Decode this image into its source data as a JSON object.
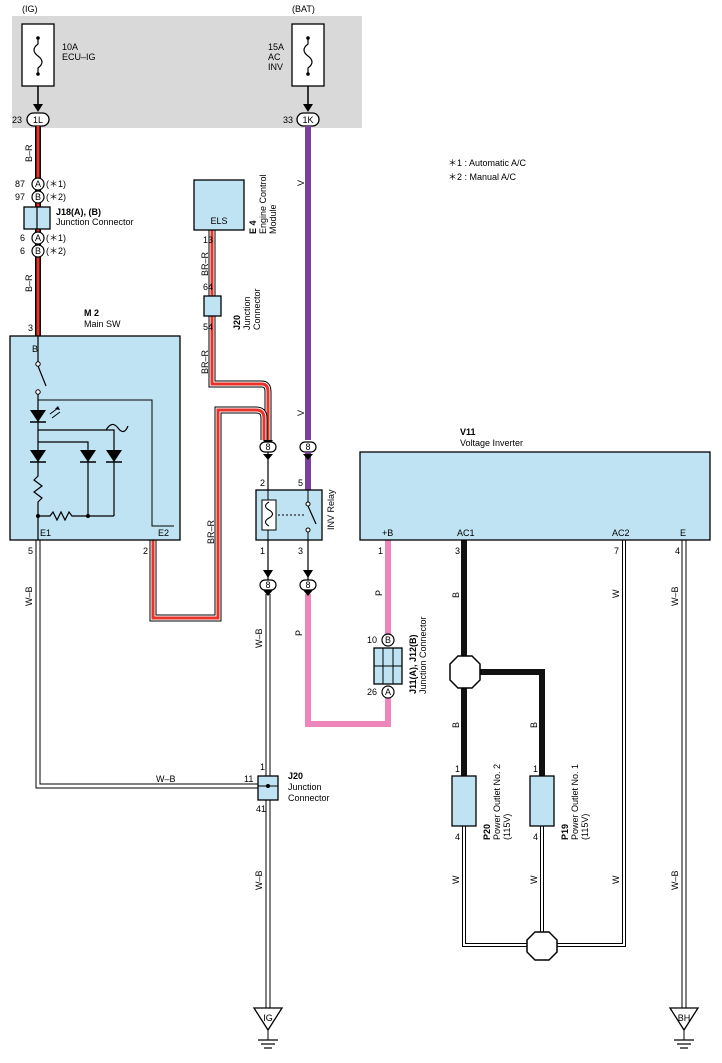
{
  "colors": {
    "box_fill": "#bfe3f3",
    "fuse_panel": "#d9d9d9",
    "red": "#e8322a",
    "black": "#111111",
    "violet": "#7b3fa0",
    "pink": "#ee86bb",
    "white_wire": "#ffffff"
  },
  "notes": {
    "n1": "＊1 : Automatic A/C",
    "n2": "＊2 : Manual A/C"
  },
  "fuses": {
    "ig": {
      "source": "(IG)",
      "rating": "10A",
      "name": "ECU–IG",
      "pin": "23",
      "conn": "1L"
    },
    "bat": {
      "source": "(BAT)",
      "rating": "15A",
      "name1": "AC",
      "name2": "INV",
      "pin": "33",
      "conn": "1K"
    }
  },
  "j18": {
    "title": "J18(A), (B)",
    "subtitle": "Junction Connector",
    "pin_a_top": "87",
    "pin_b_top": "97",
    "pin_a_bot": "6",
    "pin_b_bot": "6",
    "a": "A",
    "b": "B",
    "note_a": "(＊1)",
    "note_b": "(＊2)"
  },
  "e4": {
    "code": "E 4",
    "name1": "Engine Control",
    "name2": "Module",
    "terminal": "ELS",
    "pin": "13"
  },
  "j20_top": {
    "code": "J20",
    "name1": "Junction",
    "name2": "Connector",
    "pin_in": "64",
    "pin_out": "54"
  },
  "m2": {
    "code": "M 2",
    "name": "Main SW",
    "pin_b": "3",
    "term_b": "B",
    "term_e1": "E1",
    "term_e2": "E2",
    "pin_e1": "5",
    "pin_e2": "2"
  },
  "relay": {
    "name": "INV Relay",
    "p2": "2",
    "p5": "5",
    "p1": "1",
    "p3": "3",
    "conn": "8"
  },
  "v11": {
    "code": "V11",
    "name": "Voltage Inverter",
    "t_b": "+B",
    "t_ac1": "AC1",
    "t_ac2": "AC2",
    "t_e": "E",
    "p_b": "1",
    "p_ac1": "3",
    "p_ac2": "7",
    "p_e": "4"
  },
  "j11": {
    "title": "J11(A), J12(B)",
    "subtitle": "Junction Connector",
    "pin_top": "10",
    "pin_bot": "26",
    "a": "A",
    "b": "B"
  },
  "j20_bot": {
    "code": "J20",
    "name1": "Junction",
    "name2": "Connector",
    "pin_top": "1",
    "pin_left": "11",
    "pin_bot": "41"
  },
  "p20": {
    "code": "P20",
    "name1": "Power Outlet No. 2",
    "name2": "(115V)",
    "pin_top": "1",
    "pin_bot": "4"
  },
  "p19": {
    "code": "P19",
    "name1": "Power Outlet No. 1",
    "name2": "(115V)",
    "pin_top": "1",
    "pin_bot": "4"
  },
  "wires": {
    "br": "B–R",
    "brr": "BR–R",
    "v": "V",
    "wb": "W–B",
    "p": "P",
    "b": "B",
    "w": "W"
  },
  "grounds": {
    "ig": "IG",
    "bh": "BH"
  }
}
